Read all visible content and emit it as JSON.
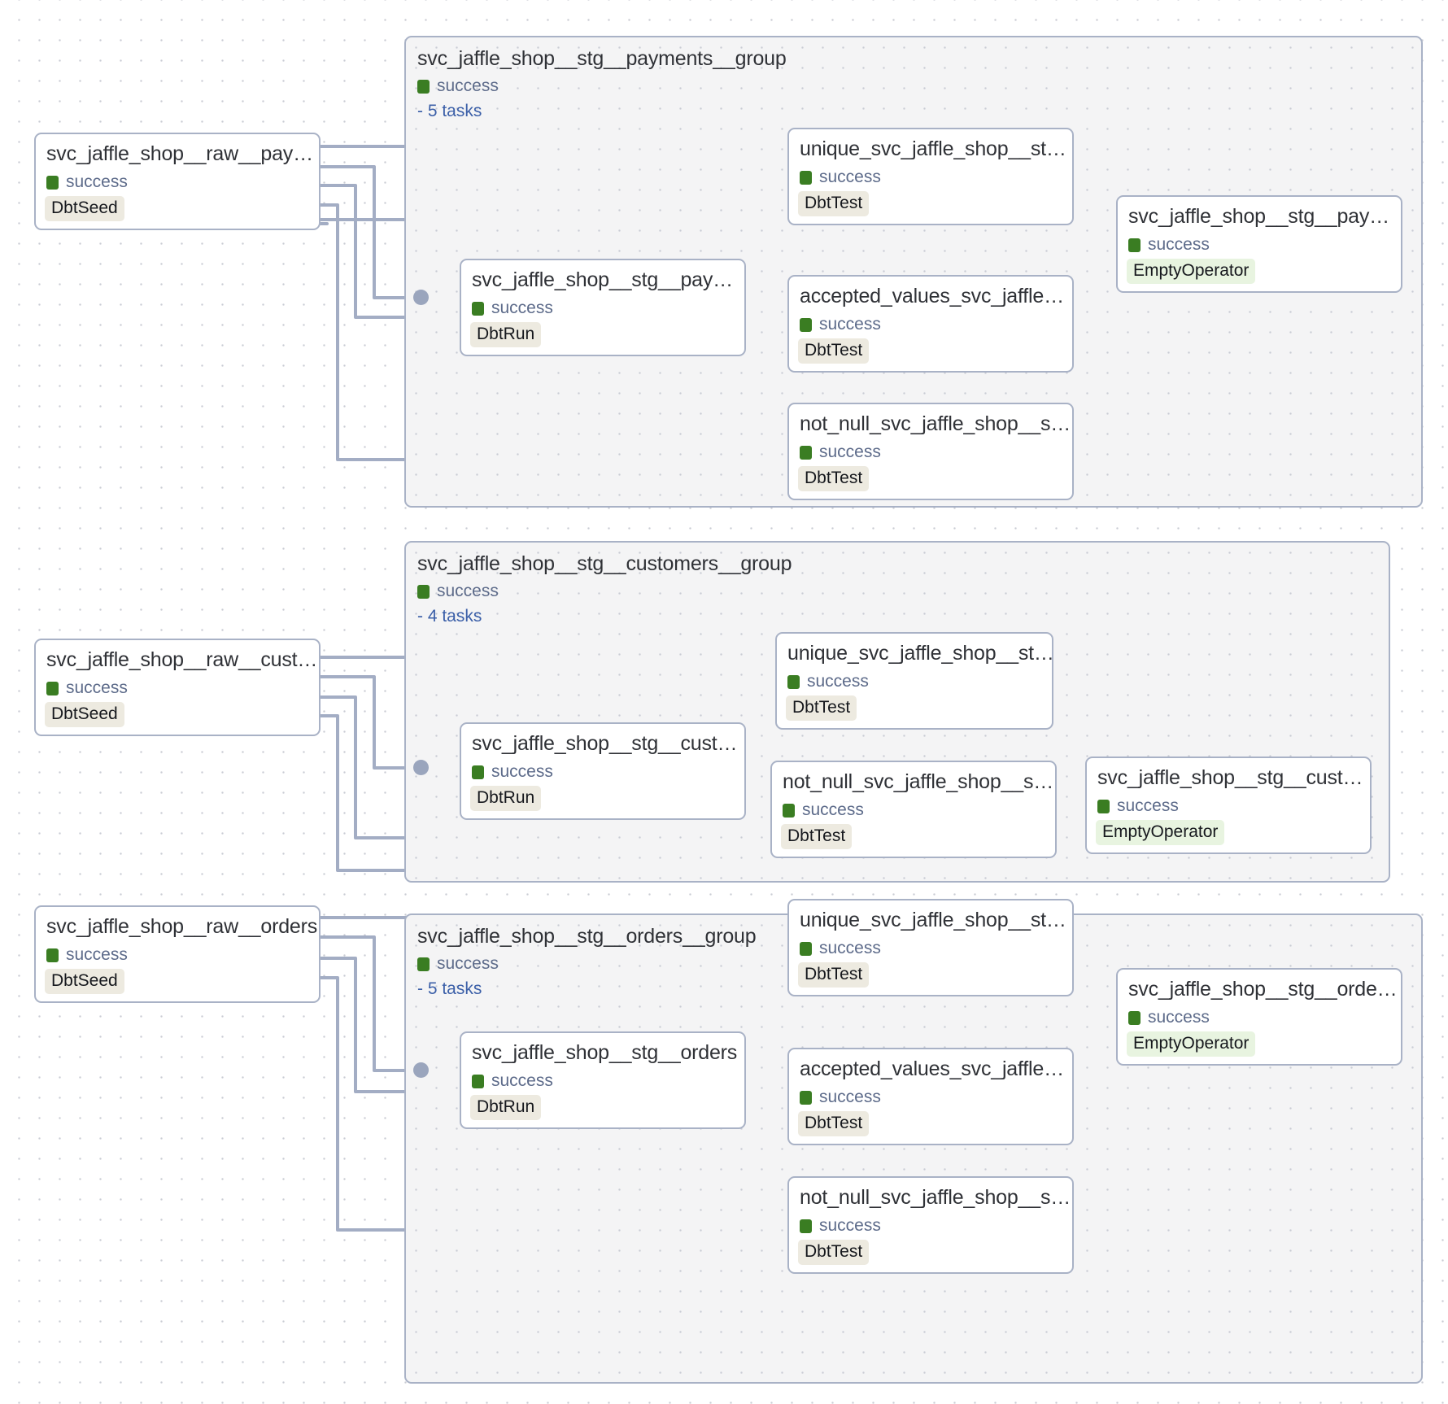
{
  "graph": {
    "status_label": "success",
    "colors": {
      "success_swatch": "#3a7d22",
      "status_text": "#5d6b8a",
      "tasks_link": "#3b5fa8",
      "group_bg": "#f4f4f5",
      "node_border": "#a9b2c6",
      "edge_stroke": "#a3adc4",
      "op_dbt_bg": "#edeae0",
      "op_empty_bg": "#e8f4e0"
    },
    "groups": [
      {
        "id": "payments",
        "title": "svc_jaffle_shop__stg__payments__group",
        "status": "success",
        "tasks_label": "- 5 tasks"
      },
      {
        "id": "customers",
        "title": "svc_jaffle_shop__stg__customers__group",
        "status": "success",
        "tasks_label": "- 4 tasks"
      },
      {
        "id": "orders",
        "title": "svc_jaffle_shop__stg__orders__group",
        "status": "success",
        "tasks_label": "- 5 tasks"
      }
    ],
    "nodes": [
      {
        "id": "raw-payments",
        "title": "svc_jaffle_shop__raw__pay…",
        "status": "success",
        "operator": "DbtSeed",
        "operator_kind": "dbt"
      },
      {
        "id": "unique-payments",
        "title": "unique_svc_jaffle_shop__st…",
        "status": "success",
        "operator": "DbtTest",
        "operator_kind": "dbt"
      },
      {
        "id": "stg-payments-run",
        "title": "svc_jaffle_shop__stg__pay…",
        "status": "success",
        "operator": "DbtRun",
        "operator_kind": "dbt"
      },
      {
        "id": "accepted-payments",
        "title": "accepted_values_svc_jaffle…",
        "status": "success",
        "operator": "DbtTest",
        "operator_kind": "dbt"
      },
      {
        "id": "notnull-payments",
        "title": "not_null_svc_jaffle_shop__s…",
        "status": "success",
        "operator": "DbtTest",
        "operator_kind": "dbt"
      },
      {
        "id": "stg-payments-empty",
        "title": "svc_jaffle_shop__stg__pay…",
        "status": "success",
        "operator": "EmptyOperator",
        "operator_kind": "empty"
      },
      {
        "id": "raw-customers",
        "title": "svc_jaffle_shop__raw__cust…",
        "status": "success",
        "operator": "DbtSeed",
        "operator_kind": "dbt"
      },
      {
        "id": "unique-customers",
        "title": "unique_svc_jaffle_shop__st…",
        "status": "success",
        "operator": "DbtTest",
        "operator_kind": "dbt"
      },
      {
        "id": "stg-customers-run",
        "title": "svc_jaffle_shop__stg__cust…",
        "status": "success",
        "operator": "DbtRun",
        "operator_kind": "dbt"
      },
      {
        "id": "notnull-customers",
        "title": "not_null_svc_jaffle_shop__s…",
        "status": "success",
        "operator": "DbtTest",
        "operator_kind": "dbt"
      },
      {
        "id": "stg-customers-empty",
        "title": "svc_jaffle_shop__stg__cust…",
        "status": "success",
        "operator": "EmptyOperator",
        "operator_kind": "empty"
      },
      {
        "id": "raw-orders",
        "title": "svc_jaffle_shop__raw__orders",
        "status": "success",
        "operator": "DbtSeed",
        "operator_kind": "dbt"
      },
      {
        "id": "unique-orders",
        "title": "unique_svc_jaffle_shop__st…",
        "status": "success",
        "operator": "DbtTest",
        "operator_kind": "dbt"
      },
      {
        "id": "stg-orders-run",
        "title": "svc_jaffle_shop__stg__orders",
        "status": "success",
        "operator": "DbtRun",
        "operator_kind": "dbt"
      },
      {
        "id": "accepted-orders",
        "title": "accepted_values_svc_jaffle…",
        "status": "success",
        "operator": "DbtTest",
        "operator_kind": "dbt"
      },
      {
        "id": "notnull-orders",
        "title": "not_null_svc_jaffle_shop__s…",
        "status": "success",
        "operator": "DbtTest",
        "operator_kind": "dbt"
      },
      {
        "id": "stg-orders-empty",
        "title": "svc_jaffle_shop__stg__orde…",
        "status": "success",
        "operator": "EmptyOperator",
        "operator_kind": "empty"
      }
    ]
  }
}
